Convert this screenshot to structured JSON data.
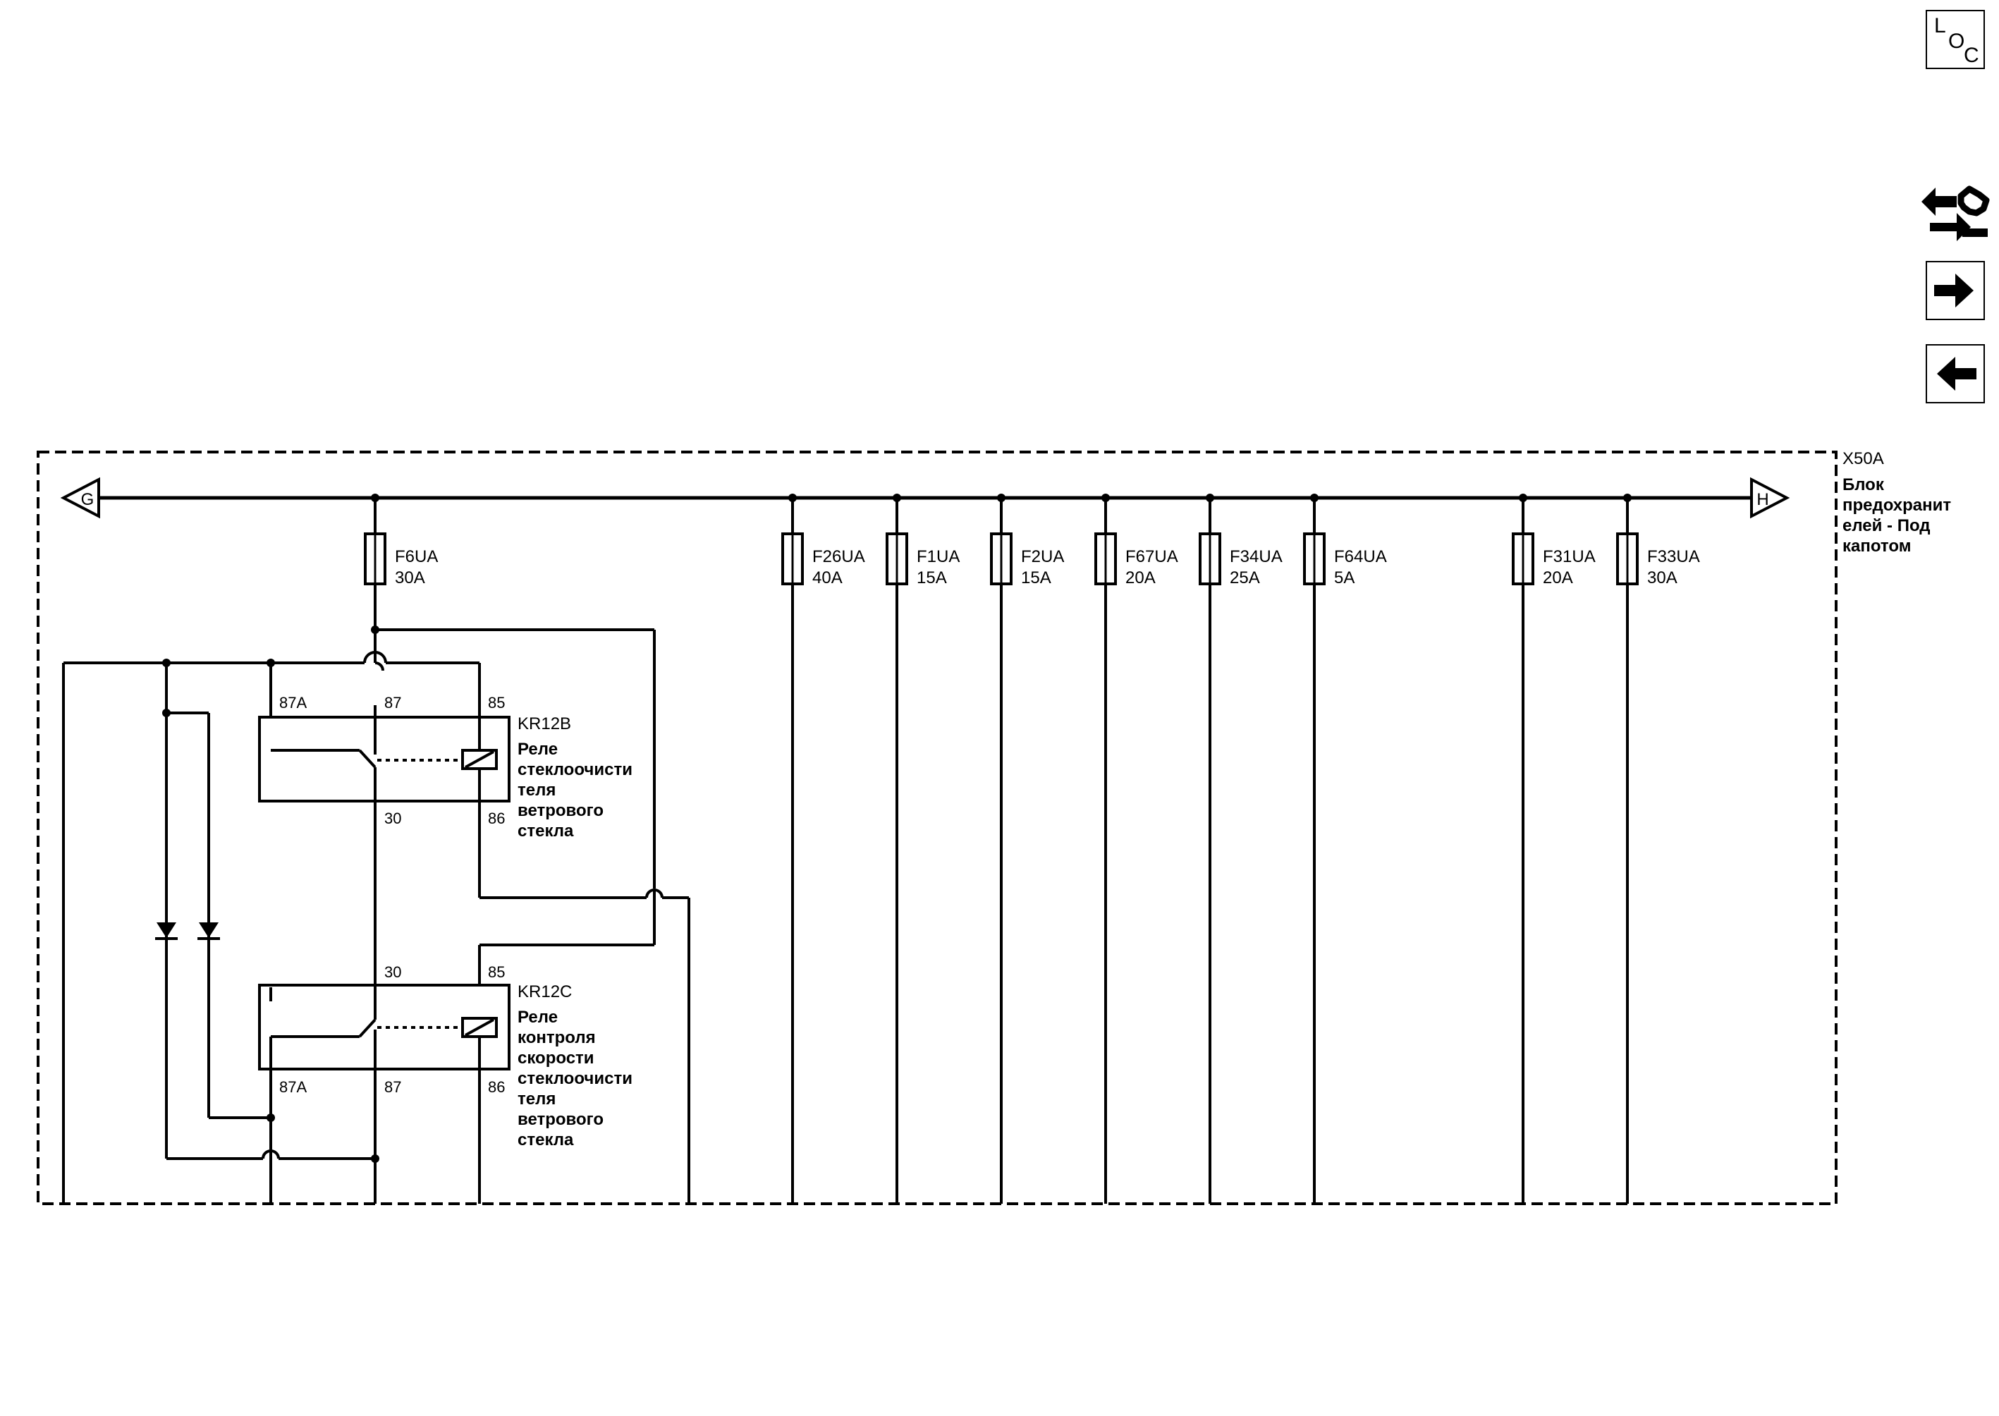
{
  "nav": {
    "loc_letters": [
      "L",
      "O",
      "C"
    ],
    "icons": [
      "location-icon",
      "wrench-arrows-icon",
      "arrow-right-icon",
      "arrow-left-icon"
    ]
  },
  "block": {
    "id": "X50A",
    "name_lines": [
      "Блок",
      "предохранит",
      "елей - Под",
      "капотом"
    ],
    "bus_left_label": "G",
    "bus_right_label": "H"
  },
  "fuses": [
    {
      "name": "F6UA",
      "rating": "30A"
    },
    {
      "name": "F26UA",
      "rating": "40A"
    },
    {
      "name": "F1UA",
      "rating": "15A"
    },
    {
      "name": "F2UA",
      "rating": "15A"
    },
    {
      "name": "F67UA",
      "rating": "20A"
    },
    {
      "name": "F34UA",
      "rating": "25A"
    },
    {
      "name": "F64UA",
      "rating": "5A"
    },
    {
      "name": "F31UA",
      "rating": "20A"
    },
    {
      "name": "F33UA",
      "rating": "30A"
    }
  ],
  "relays": [
    {
      "id": "KR12B",
      "name_lines": [
        "Реле",
        "стеклоочисти",
        "теля",
        "ветрового",
        "стекла"
      ],
      "pins": {
        "p87a": "87A",
        "p87": "87",
        "p85": "85",
        "p30": "30",
        "p86": "86"
      }
    },
    {
      "id": "KR12C",
      "name_lines": [
        "Реле",
        "контроля",
        "скорости",
        "стеклоочисти",
        "теля",
        "ветрового",
        "стекла"
      ],
      "pins": {
        "p30": "30",
        "p85": "85",
        "p87a": "87A",
        "p87": "87",
        "p86": "86"
      }
    }
  ]
}
